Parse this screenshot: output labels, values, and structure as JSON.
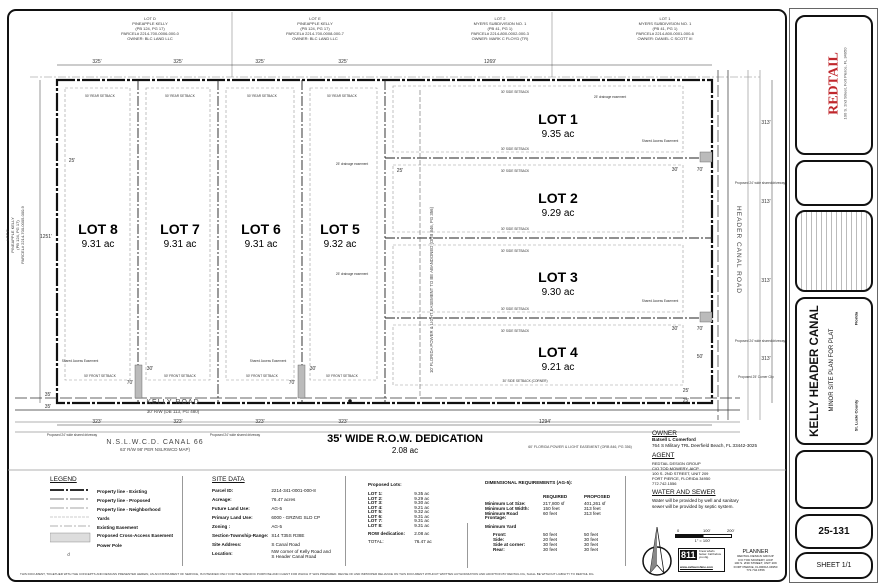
{
  "neighbors": [
    {
      "lot": "LOT D",
      "sub": "PINEAPPLE KELLY",
      "book": "(PB 124, PG 17)",
      "parcel": "PARCEL# 2214-700-0006-000-0",
      "owner": "OWNER: BLC LAND LLC"
    },
    {
      "lot": "LOT E",
      "sub": "PINEAPPLE KELLY",
      "book": "(PB 124, PG 17)",
      "parcel": "PARCEL# 2214-700-0008-000-7",
      "owner": "OWNER: BLC LAND LLC"
    },
    {
      "lot": "LOT 2",
      "sub": "MYERS SUBDIVISION NO. 1",
      "book": "(PB 41, PG 1)",
      "parcel": "PARCEL# 2214-800-0002-000-3",
      "owner": "OWNER: MARK C FLOYD (TR)"
    },
    {
      "lot": "LOT 1",
      "sub": "MYERS SUBDIVISION NO. 1",
      "book": "(PB 41, PG 1)",
      "parcel": "PARCEL# 2214-800-0001-000-6",
      "owner": "OWNER: DANIEL C SCOTT III"
    }
  ],
  "west_neighbor": {
    "lot": "LOT F",
    "sub": "PINEAPPLE KELLY",
    "book": "(PB 124, PG 17)",
    "parcel": "PARCEL# 2214-700-0005-000-9"
  },
  "lots": [
    {
      "name": "LOT 1",
      "area": "9.35 ac"
    },
    {
      "name": "LOT 2",
      "area": "9.29 ac"
    },
    {
      "name": "LOT 3",
      "area": "9.30 ac"
    },
    {
      "name": "LOT 4",
      "area": "9.21 ac"
    },
    {
      "name": "LOT 5",
      "area": "9.32 ac"
    },
    {
      "name": "LOT 6",
      "area": "9.31 ac"
    },
    {
      "name": "LOT 7",
      "area": "9.31 ac"
    },
    {
      "name": "LOT 8",
      "area": "9.31 ac"
    }
  ],
  "dims": {
    "top_west": "325'",
    "top_east": "1269'",
    "bottom_west": "323'",
    "bottom_east": "1294'",
    "west": "1251'",
    "lot_east": "313'",
    "r25": "25'",
    "r30": "30'",
    "r70": "70'",
    "r35": "35'",
    "r50": "50'"
  },
  "plan_labels": {
    "kelly_road": "KELLY ROAD",
    "kelly_row": "30' R/W (DB 113, PG 480)",
    "header_canal_road": "HEADER CANAL ROAD",
    "canal": "N.S.L.W.C.D. CANAL 66",
    "canal_row": "63' R/W 98' PER NSLRWCD MAP)",
    "row_dedication": "35' WIDE R.O.W. DEDICATION",
    "row_area": "2.08 ac",
    "fpl_easement": "60' FLORIDA POWER & LIGHT EASEMENT (ORB 846, PG 356)",
    "fpl_easement_v": "10' FLORIDA POWER & LIGHT EASEMENT TO BE ABANDONED (ORB 846, PG 356)",
    "rear_setback": "50' REAR SETBACK",
    "side_setback": "30' SIDE SETBACK",
    "front_setback": "50' FRONT SETBACK",
    "side_corner": "30' SIDE SETBACK (CORNER)",
    "drainage": "25' drainage easement",
    "shared_access": "Shared Access Easement",
    "driveway": "Proposed 24' wide shared driveway",
    "corner_clip": "Proposed 25' Corner Clip"
  },
  "legend": {
    "title": "LEGEND",
    "items": [
      "Property line - Existing",
      "Property line - Proposed",
      "Property line - Neighborhood",
      "Yards",
      "Existing Easement",
      "Proposed Cross-Access Easement",
      "Power Pole"
    ]
  },
  "site_data": {
    "title": "SITE DATA",
    "rows": [
      [
        "Parcel ID:",
        "2214-341-0001-000-8"
      ],
      [
        "Acreage:",
        "76.47 acres"
      ],
      [
        "Future Land Use:",
        "AG-5"
      ],
      [
        "Primary Land Use:",
        "6000 - GRZNG SLD CP"
      ],
      [
        "Zoning :",
        "AG-5"
      ],
      [
        "Section-Township-Range:",
        "S14 T35S R38E"
      ],
      [
        "Site Address:",
        "S Canal Road"
      ],
      [
        "Location:",
        "NW corner of Kelly Road and S Header Canal Road"
      ]
    ]
  },
  "proposed_lots": {
    "title": "Proposed Lots:",
    "rows": [
      [
        "LOT 1:",
        "9.35 ac"
      ],
      [
        "LOT 2:",
        "9.29 ac"
      ],
      [
        "LOT 3:",
        "9.30 ac"
      ],
      [
        "LOT 4:",
        "9.21 ac"
      ],
      [
        "LOT 5:",
        "9.32 ac"
      ],
      [
        "LOT 6:",
        "9.31 ac"
      ],
      [
        "LOT 7:",
        "9.31 ac"
      ],
      [
        "LOT 8:",
        "9.31 ac"
      ]
    ],
    "row_label": "ROW dedication:",
    "row_value": "2.08 ac",
    "total_label": "TOTAL:",
    "total_value": "76.47 ac"
  },
  "dimensional": {
    "title": "DIMENSIONAL REQUIREMENTS (AG-5):",
    "col_required": "REQUIRED",
    "col_proposed": "PROPOSED",
    "rows": [
      [
        "Minimum Lot Size:",
        "217,800 sf",
        "401,261 sf"
      ],
      [
        "Minimum Lot Width:",
        "150 feet",
        "313 feet"
      ],
      [
        "Minimum Road Frontage:",
        "60 feet",
        "313 feet"
      ]
    ],
    "yard_title": "Minimum Yard",
    "yard_rows": [
      [
        "Front:",
        "50 feet",
        "50 feet"
      ],
      [
        "Side:",
        "20 feet",
        "30 feet"
      ],
      [
        "Side at corner:",
        "30 feet",
        "30 feet"
      ],
      [
        "Rear:",
        "30 feet",
        "30 feet"
      ]
    ]
  },
  "owner": {
    "title": "OWNER",
    "name": "Batsell L Comerford",
    "address": "764 S Military TRL Deerfield Beach, FL 33442-3025"
  },
  "agent": {
    "title": "AGENT",
    "lines": [
      "REDTAIL DESIGN GROUP",
      "C/O TOD MOWERY, AICP",
      "100 S. 2ND STREET, UNIT 209",
      "FORT PIERCE, FLORIDA 34950",
      "772.742.1556"
    ]
  },
  "water_sewer": {
    "title": "WATER AND SEWER",
    "text": "Water will be provided by well and sanitary sewer will be provided by septic system."
  },
  "scale": {
    "ticks": [
      "0",
      "100'",
      "200'"
    ],
    "label": "1\" = 100'"
  },
  "call811": {
    "number": "811",
    "text": "Know what's below. Call before you dig.",
    "url": "www.callsunshine.com"
  },
  "planner": {
    "title": "PLANNER",
    "lines": [
      "REDTAIL DESIGN GROUP",
      "C/O TOD MOWERY, AICP",
      "100 S. 2ND STREET, UNIT 209",
      "FORT PIERCE, FLORIDA 34950",
      "772.742.1556"
    ]
  },
  "title_block": {
    "logo_text": "REDTAIL",
    "logo_address": "100 S. 2nd Street, Fort Pierce, FL 34950",
    "project": "KELLY HEADER CANAL",
    "subtitle": "MINOR SITE PLAN FOR PLAT",
    "county": "St. Lucie County",
    "state": "Florida",
    "job_number": "25-131",
    "sheet": "SHEET 1/1"
  },
  "disclaimer": "THIS DOCUMENT, TOGETHER WITH THE CONCEPTS AND DESIGNS PRESENTED HEREIN, AS AN INSTRUMENT OF SERVICE, IS INTENDED ONLY FOR THE SPECIFIC PURPOSE AND CLIENT FOR WHICH IT WAS PREPARED. REUSE OF AND IMPROPER RELIANCE ON THIS DOCUMENT WITHOUT WRITTEN AUTHORIZATION AND ADOPTION BY REDTAIL DG, SHALL BE WITHOUT LIABILITY TO REDTAIL DG.",
  "colors": {
    "ink": "#111111",
    "brand_red": "#c0282d",
    "hatch": "#555555"
  }
}
